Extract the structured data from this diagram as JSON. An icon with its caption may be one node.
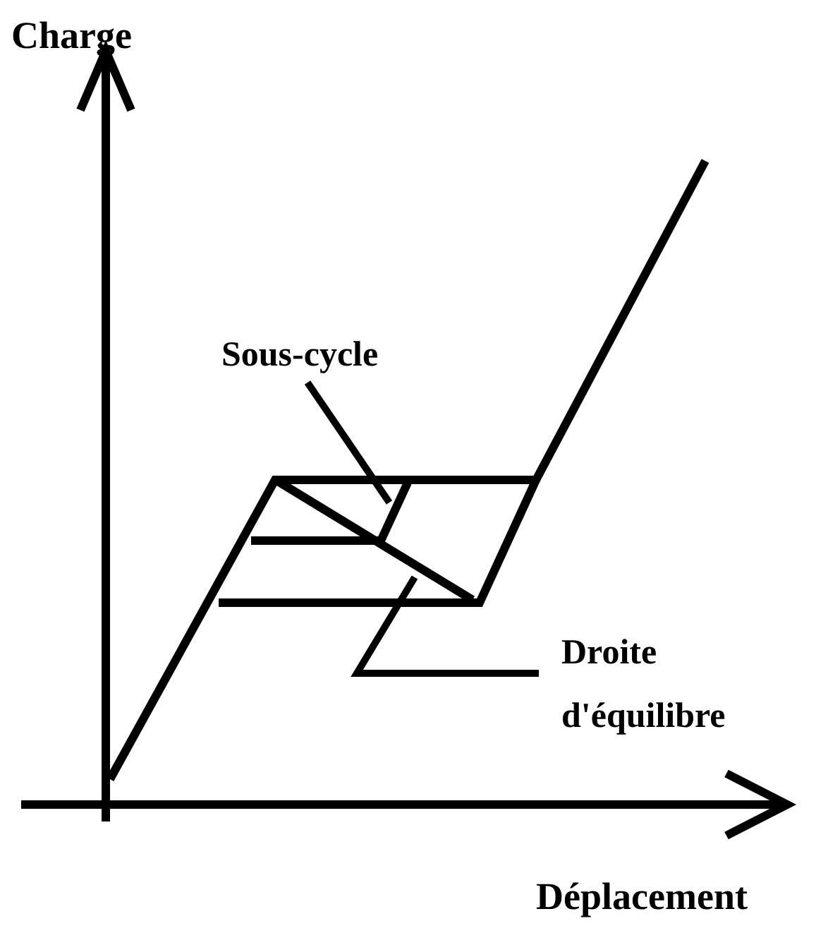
{
  "diagram": {
    "nodes": [
      {
        "text": [
          "Sous-cycle"
        ]
      },
      {
        "text": [],
        "shape": "line"
      },
      {
        "text": [
          "Droite d'équilibre"
        ]
      },
      {
        "text": [],
        "shape": "line"
      }
    ],
    "edges": [
      {
        "from": 0,
        "to": 1,
        "arrow": "none"
      },
      {
        "from": 2,
        "to": 3,
        "arrow": "none"
      }
    ],
    "labels": [
      "Charge",
      "Déplacement"
    ]
  }
}
